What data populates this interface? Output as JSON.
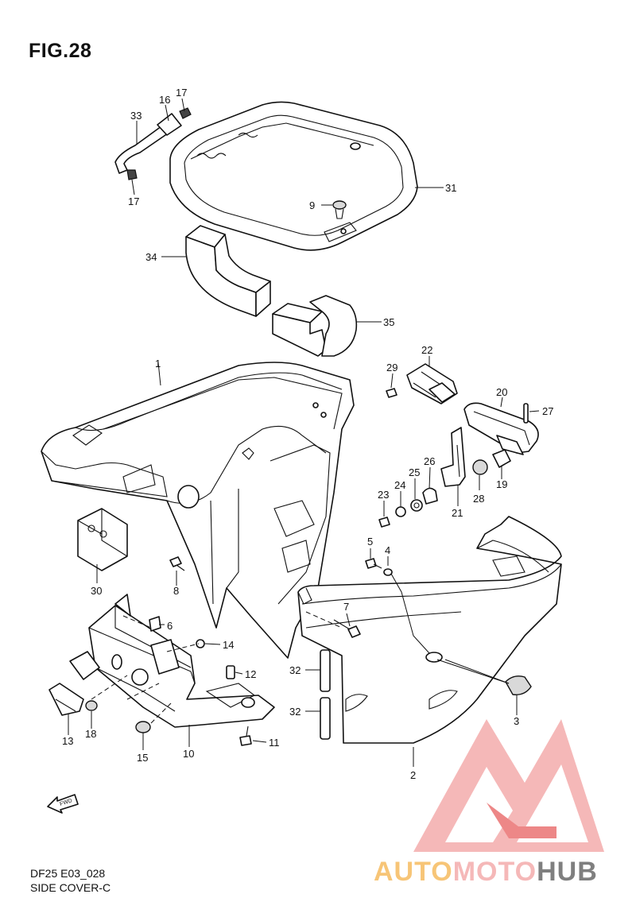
{
  "figure": {
    "title": "FIG.28",
    "code": "DF25 E03_028",
    "name": "SIDE COVER-C"
  },
  "fwd_label": "FWD",
  "watermark": "AUTOMOTOHUB",
  "part_numbers": [
    "1",
    "2",
    "3",
    "4",
    "5",
    "6",
    "7",
    "8",
    "9",
    "10",
    "11",
    "12",
    "13",
    "14",
    "15",
    "16",
    "17",
    "17",
    "18",
    "19",
    "20",
    "21",
    "22",
    "23",
    "24",
    "25",
    "26",
    "27",
    "28",
    "29",
    "30",
    "31",
    "32",
    "32",
    "33",
    "34",
    "35"
  ]
}
